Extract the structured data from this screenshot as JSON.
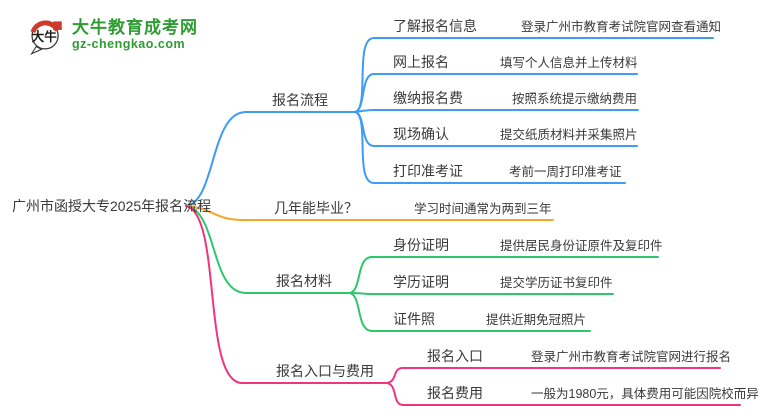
{
  "logo": {
    "title": "大牛教育成考网",
    "domain": "gz-chengkao.com",
    "icon_text": "大牛"
  },
  "colors": {
    "blue": "#3e9cf5",
    "orange": "#f7a62b",
    "green": "#2dc76d",
    "pink": "#f0357e",
    "text": "#3a3a3a",
    "logo_green": "#2e9b33",
    "logo_red": "#cf3a2e"
  },
  "root": {
    "label": "广州市函授大专2025年报名流程"
  },
  "branches": [
    {
      "label": "报名流程",
      "children": [
        {
          "label": "了解报名信息",
          "desc": "登录广州市教育考试院官网查看通知"
        },
        {
          "label": "网上报名",
          "desc": "填写个人信息并上传材料"
        },
        {
          "label": "缴纳报名费",
          "desc": "按照系统提示缴纳费用"
        },
        {
          "label": "现场确认",
          "desc": "提交纸质材料并采集照片"
        },
        {
          "label": "打印准考证",
          "desc": "考前一周打印准考证"
        }
      ]
    },
    {
      "label": "几年能毕业？",
      "children": [
        {
          "label": "",
          "desc": "学习时间通常为两到三年"
        }
      ]
    },
    {
      "label": "报名材料",
      "children": [
        {
          "label": "身份证明",
          "desc": "提供居民身份证原件及复印件"
        },
        {
          "label": "学历证明",
          "desc": "提交学历证书复印件"
        },
        {
          "label": "证件照",
          "desc": "提供近期免冠照片"
        }
      ]
    },
    {
      "label": "报名入口与费用",
      "children": [
        {
          "label": "报名入口",
          "desc": "登录广州市教育考试院官网进行报名"
        },
        {
          "label": "报名费用",
          "desc": "一般为1980元，具体费用可能因院校而异"
        }
      ]
    }
  ]
}
